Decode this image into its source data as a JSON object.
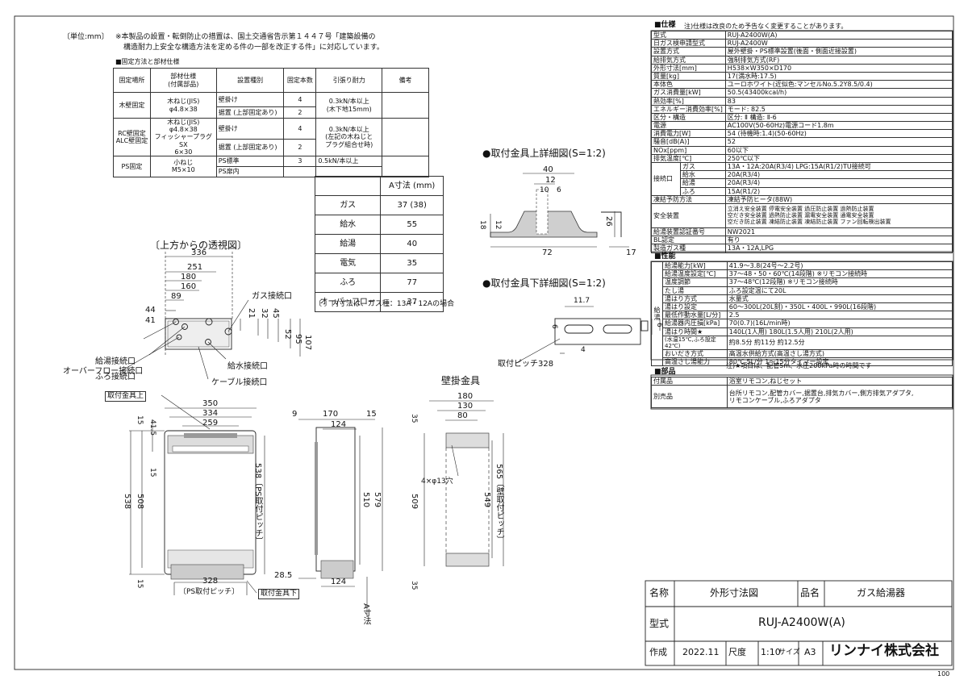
{
  "header": {
    "unit": "〔単位:mm〕",
    "note_line1": "※本製品の設置・転倒防止の措置は、国土交通省告示第１４４７号「建築設備の",
    "note_line2": "構造耐力上安全な構造方法を定める件の一部を改正する件」に対応しています。"
  },
  "fixing_table": {
    "title": "■固定方法と部材仕様",
    "headers": [
      "固定場所",
      "部材仕様\n(付属部品)",
      "設置種別",
      "固定本数",
      "引張り耐力",
      "備考"
    ],
    "rows": [
      [
        "木壁固定",
        "木ねじ(JIS)\nφ4.8×38",
        "壁掛け",
        "4",
        "0.3kN/本以上\n(木下地15mm)",
        ""
      ],
      [
        "",
        "",
        "据置 (上部固定あり)",
        "2",
        "",
        ""
      ],
      [
        "RC壁固定\nALC壁固定",
        "木ねじ(JIS)\nφ4.8×38\nフィッシャープラグSX\n6×30",
        "壁掛け",
        "4",
        "0.3kN/本以上\n(左記の木ねじと\nプラグ組合せ時)",
        ""
      ],
      [
        "",
        "",
        "据置 (上部固定あり)",
        "2",
        "",
        ""
      ],
      [
        "PS固定",
        "小ねじ\nM5×10",
        "PS標準",
        "3",
        "0.5kN/本以上",
        ""
      ],
      [
        "",
        "",
        "PS扉内",
        "",
        "",
        ""
      ]
    ]
  },
  "a_table": {
    "header": "A寸法 (mm)",
    "rows": [
      [
        "ガス",
        "37 (38)"
      ],
      [
        "給水",
        "55"
      ],
      [
        "給湯",
        "40"
      ],
      [
        "電気",
        "35"
      ],
      [
        "ふろ",
        "77"
      ],
      [
        "オーバーフロー",
        "37"
      ]
    ],
    "note": "〔 〕内寸法は、ガス種：13A・12Aの場合"
  },
  "views": {
    "top_title": "〔上方からの透視図〕",
    "bracket_top_title": "●取付金具上詳細図(S=1:2)",
    "bracket_bottom_title": "●取付金具下詳細図(S=1:2)",
    "wall_bracket_title": "壁掛金具",
    "top_dims": [
      "336",
      "251",
      "180",
      "160",
      "89",
      "44",
      "41",
      "21",
      "32",
      "45",
      "52",
      "95",
      "107"
    ],
    "top_labels": [
      "ガス接続口",
      "給湯接続口",
      "ふろ接続口",
      "オーバーフロー接続口",
      "給水接続口",
      "ケーブル接続口"
    ],
    "bracket_top_dims": [
      "40",
      "12",
      "10",
      "6",
      "18",
      "12",
      "72",
      "26",
      "17"
    ],
    "bracket_bottom_dims": [
      "11.7",
      "6",
      "4",
      "6",
      "取付ピッチ328"
    ],
    "front_labels": [
      "取付金具上",
      "取付金具下",
      "〔PS取付ピッチ〕"
    ],
    "front_dims": [
      "350",
      "334",
      "259",
      "41.5",
      "15",
      "15",
      "538",
      "508",
      "15",
      "538〔PS取付ピッチ〕",
      "328",
      "28.5"
    ],
    "side_dims": [
      "9",
      "170",
      "15",
      "124",
      "510",
      "579",
      "124",
      "A寸法"
    ],
    "wall_dims": [
      "180",
      "130",
      "80",
      "35",
      "509",
      "549",
      "565〔壁取付ピッチ〕",
      "4×φ13穴",
      "35"
    ]
  },
  "spec": {
    "title": "■仕様",
    "note": "注)仕様は改良のため予告なく変更することがあります。",
    "rows": [
      [
        "型式",
        "RUJ-A2400W(A)"
      ],
      [
        "日ガス検申請型式",
        "RUJ-A2400W"
      ],
      [
        "設置方式",
        "屋外壁掛・PS標準設置(後面・側面近接設置)"
      ],
      [
        "給排気方式",
        "強制排気方式(RF)"
      ],
      [
        "外形寸法[mm]",
        "H538×W350×D170"
      ],
      [
        "質量[kg]",
        "17(満水時:17.5)"
      ],
      [
        "本体色",
        "ユーロホワイト(近似色:マンセルNo.5.2Y8.5/0.4)"
      ],
      [
        "ガス消費量[kW]",
        "50.5(43400kcal/h)"
      ],
      [
        "熱効率[%]",
        "83"
      ],
      [
        "エネルギー消費効率[%]",
        "モード: 82.5"
      ],
      [
        "区分・構造",
        "区分: Ⅱ 構造: Ⅱ-6"
      ],
      [
        "電源",
        "AC100V(50-60Hz)電源コード1.8m"
      ],
      [
        "消費電力[W]",
        "54 (待機時:1.4)(50-60Hz)"
      ],
      [
        "騒音[dB(A)]",
        "52"
      ],
      [
        "NOx[ppm]",
        "60以下"
      ],
      [
        "排気温度[℃]",
        "250℃以下"
      ]
    ],
    "connect_label": "接続口",
    "connect_rows": [
      [
        "ガス",
        "13A・12A:20A(R3/4) LPG:15A(R1/2)TU接続可"
      ],
      [
        "給水",
        "20A(R3/4)"
      ],
      [
        "給湯",
        "20A(R3/4)"
      ],
      [
        "ふろ",
        "15A(R1/2)"
      ]
    ],
    "freeze": [
      "凍結予防方法",
      "凍結予防ヒータ(88W)"
    ],
    "safety_label": "安全装置",
    "safety_lines": [
      "立消え安全装置 停電安全装置 過圧防止装置 過熱防止装置",
      "空だき安全装置 過熱防止装置 漏電安全装置 通電安全装置",
      "空だき防止装置 凍結防止装置 凍結防止装置 ファン回転検出装置"
    ],
    "tail_rows": [
      [
        "給湯装置認証番号",
        "NW2021"
      ],
      [
        "BL認定",
        "有り"
      ],
      [
        "製造ガス種",
        "13A・12A,LPG"
      ]
    ]
  },
  "performance": {
    "title": "■性能",
    "side_label": "給湯",
    "rows": [
      [
        "給湯能力[kW]",
        "41.9～3.8(24号～2.2号)"
      ],
      [
        "給湯温度設定[℃]",
        "37～48・50・60℃(14段階) ※リモコン接続時"
      ],
      [
        "温度調節",
        "37～48℃(12段階) ※リモコン接続時"
      ],
      [
        "たし湯",
        "ふろ設定温にて20L"
      ],
      [
        "湯はり方式",
        "水量式"
      ],
      [
        "湯はり設定",
        "60～300L(20L刻)・350L・400L・990L(16段階)"
      ],
      [
        "最低作動水量[L/分]",
        "2.5"
      ],
      [
        "給湯器内圧損[kPa]",
        "70(0.7)(16L/min時)"
      ],
      [
        "湯はり時間★",
        "140L(1人用) 180L(1.5人用) 210L(2人用)"
      ],
      [
        "(水温15℃,ふろ設定42℃)",
        "約8.5分 約11分 約12.5分"
      ],
      [
        "おいだき方式",
        "高温水供給方式(高温さし湯方式)"
      ],
      [
        "高温さし湯能力",
        "80℃ 5L/分 1～15分タイマー設定"
      ]
    ],
    "footnote": "注)★項目は、配管5m、水圧200kPa時の時間です"
  },
  "parts": {
    "title": "■部品",
    "rows": [
      [
        "付属品",
        "浴室リモコン,ねじセット"
      ],
      [
        "別売品",
        "台所リモコン,配管カバー,据置台,排気カバー,側方排気アダプタ,\nリモコンケーブル,ふろアダプタ"
      ]
    ]
  },
  "title_block": {
    "name_label": "名称",
    "name_value": "外形寸法図",
    "product_label": "品名",
    "product_value": "ガス給湯器",
    "model_label": "型式",
    "model_value": "RUJ-A2400W(A)",
    "created_label": "作成",
    "created_value": "2022.11",
    "scale_label": "尺度",
    "scale_value": "1:10",
    "size_label": "サイズ",
    "size_value": "A3",
    "company": "リンナイ株式会社",
    "page_no": "100"
  }
}
